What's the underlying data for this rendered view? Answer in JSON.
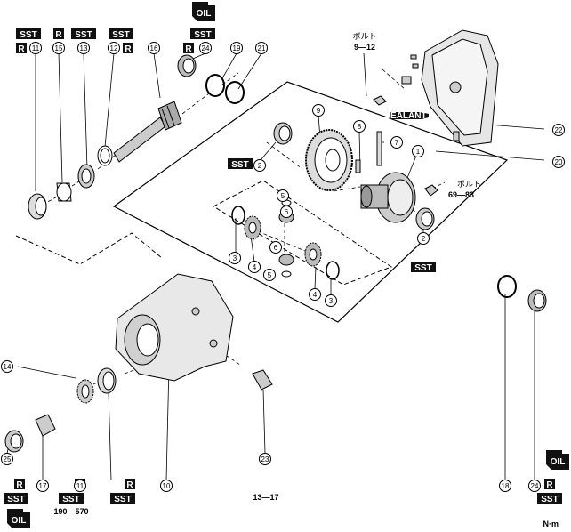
{
  "part_labels": {
    "p1": "1",
    "p2a": "2",
    "p2b": "2",
    "p3a": "3",
    "p3b": "3",
    "p4a": "4",
    "p4b": "4",
    "p5a": "5",
    "p5b": "5",
    "p6a": "6",
    "p6b": "6",
    "p7": "7",
    "p8": "8",
    "p9": "9",
    "p10": "10",
    "p11a": "11",
    "p11b": "11",
    "p12": "12",
    "p13": "13",
    "p14": "14",
    "p15": "15",
    "p16": "16",
    "p17": "17",
    "p18": "18",
    "p19": "19",
    "p20": "20",
    "p21": "21",
    "p22": "22",
    "p23": "23",
    "p24a": "24",
    "p24b": "24",
    "p25": "25"
  },
  "tags": {
    "sst": "SST",
    "r": "R",
    "oil": "OIL",
    "sealant": "SEALANT"
  },
  "torque": {
    "bolt_label_upper": "ボルト",
    "bolt_upper_value": "9—12",
    "bolt_label_right": "ボルト",
    "bolt_right_value": "69—83",
    "plug_value": "190—570",
    "sensor_value": "13—17",
    "unit": "N·m"
  }
}
